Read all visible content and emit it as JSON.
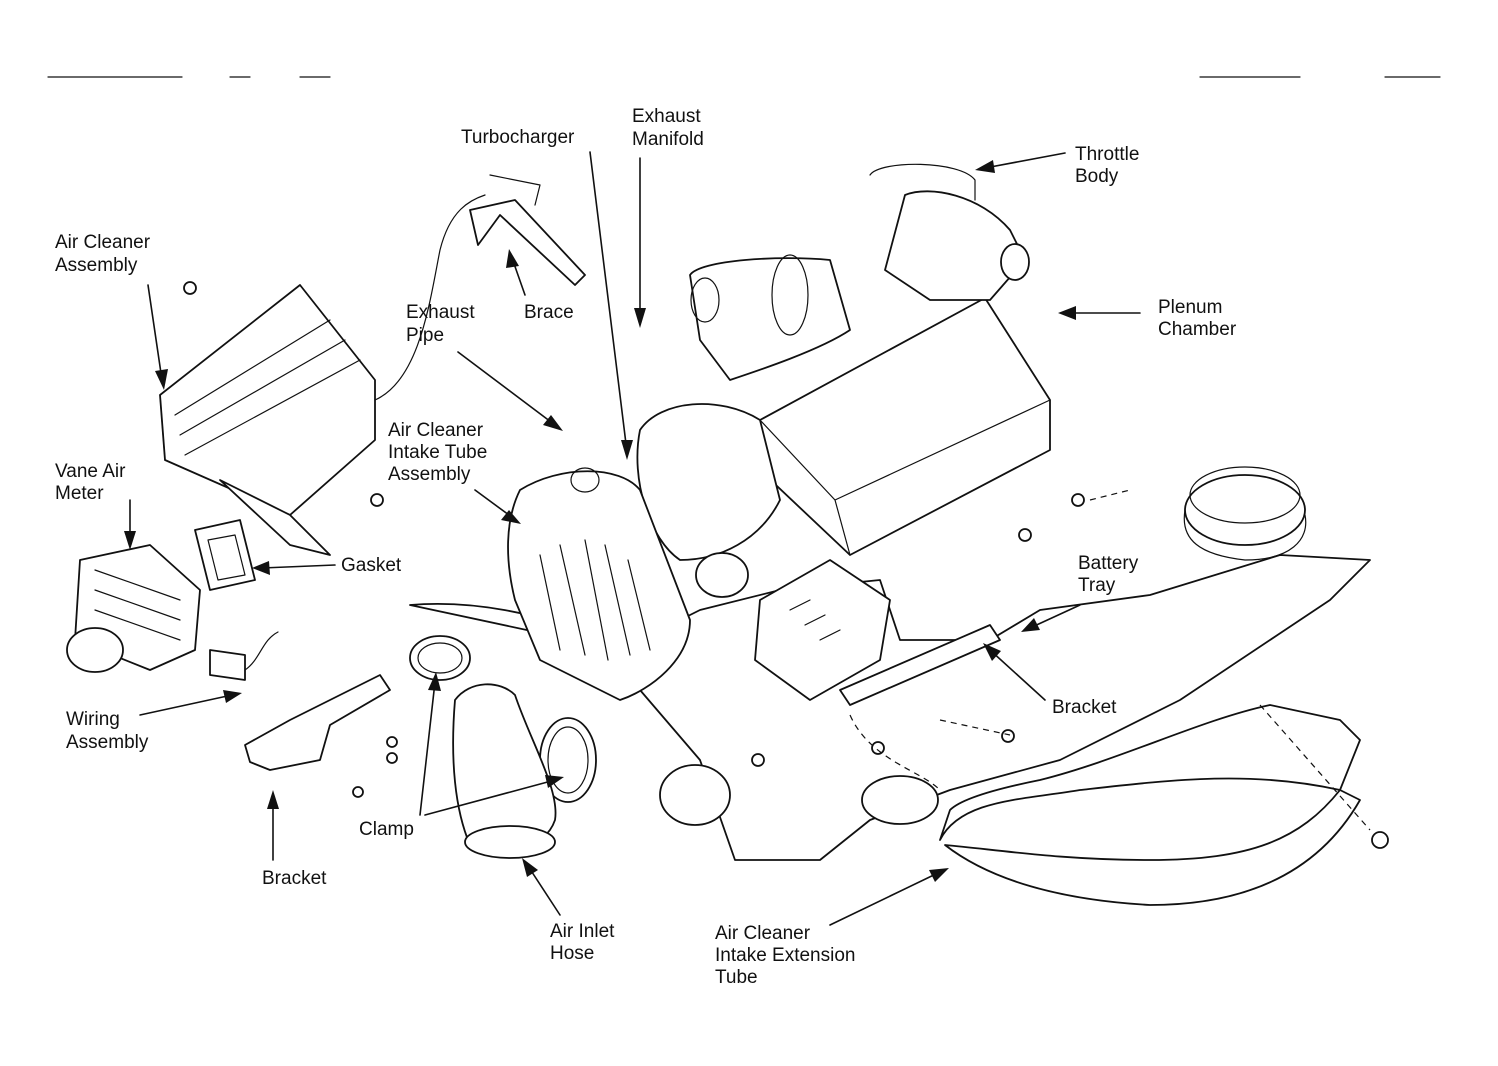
{
  "labels": {
    "turbocharger": "Turbocharger",
    "exhaust_manifold": [
      "Exhaust",
      "Manifold"
    ],
    "throttle_body": [
      "Throttle",
      "Body"
    ],
    "air_cleaner_assembly": [
      "Air Cleaner",
      "Assembly"
    ],
    "brace": "Brace",
    "exhaust_pipe": [
      "Exhaust",
      "Pipe"
    ],
    "plenum_chamber": [
      "Plenum",
      "Chamber"
    ],
    "air_cleaner_intake_tube": [
      "Air Cleaner",
      "Intake Tube",
      "Assembly"
    ],
    "vane_air_meter": [
      "Vane Air",
      "Meter"
    ],
    "gasket": "Gasket",
    "battery_tray": [
      "Battery",
      "Tray"
    ],
    "bracket_right": "Bracket",
    "wiring_assembly": [
      "Wiring",
      "Assembly"
    ],
    "clamp": "Clamp",
    "bracket_left": "Bracket",
    "air_inlet_hose": [
      "Air Inlet",
      "Hose"
    ],
    "air_cleaner_extension_tube": [
      "Air Cleaner",
      "Intake Extension",
      "Tube"
    ]
  }
}
